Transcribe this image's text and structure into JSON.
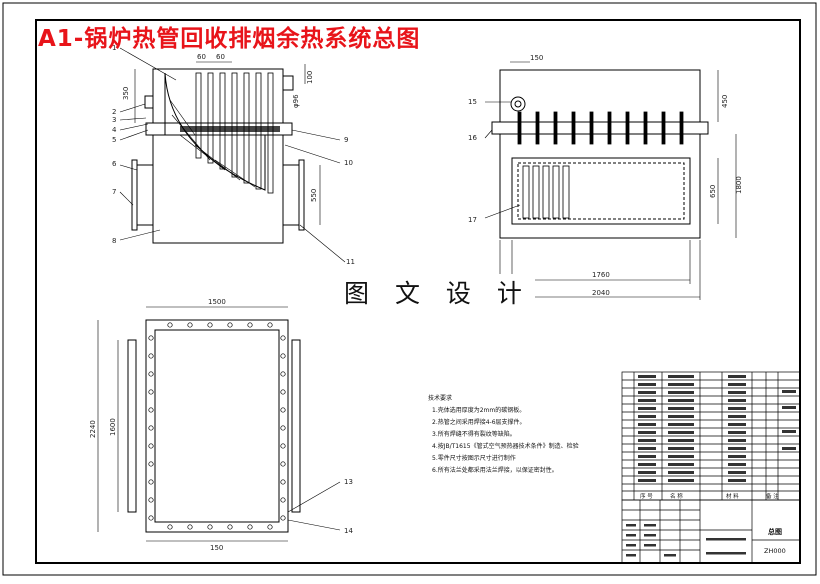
{
  "drawing": {
    "title": "A1-锅炉热管回收排烟余热系统总图",
    "watermark": "图 文 设 计"
  },
  "front_view": {
    "dims": [
      "60",
      "60",
      "350",
      "100",
      "φ96",
      "550"
    ],
    "part_numbers": [
      "1",
      "2",
      "3",
      "4",
      "5",
      "6",
      "7",
      "8",
      "9",
      "10",
      "11"
    ]
  },
  "side_view": {
    "dims": [
      "150",
      "450",
      "650",
      "1800",
      "1760",
      "2040"
    ],
    "part_numbers": [
      "15",
      "16",
      "17"
    ]
  },
  "plan_view": {
    "dims": [
      "1500",
      "2240",
      "1600",
      "150"
    ],
    "part_numbers": [
      "13",
      "14"
    ]
  },
  "notes": {
    "heading": "技术要求",
    "items": [
      "1.壳体选用厚度为2mm的碳钢板。",
      "2.热管之间采用焊接4-6层支撑件。",
      "3.所有焊缝不得有裂纹等缺陷。",
      "4.按JB/T1615《管式空气预热器技术条件》制造、检验",
      "5.零件尺寸按图示尺寸进行制作",
      "6.所有法兰处都采用法兰焊接，以保证密封性。"
    ]
  },
  "bom_table": {
    "footer": [
      "序 号",
      "名 称",
      "材 料",
      "备 注"
    ]
  },
  "title_block": {
    "drawing_name": "总图",
    "drawing_number": "ZH000"
  }
}
